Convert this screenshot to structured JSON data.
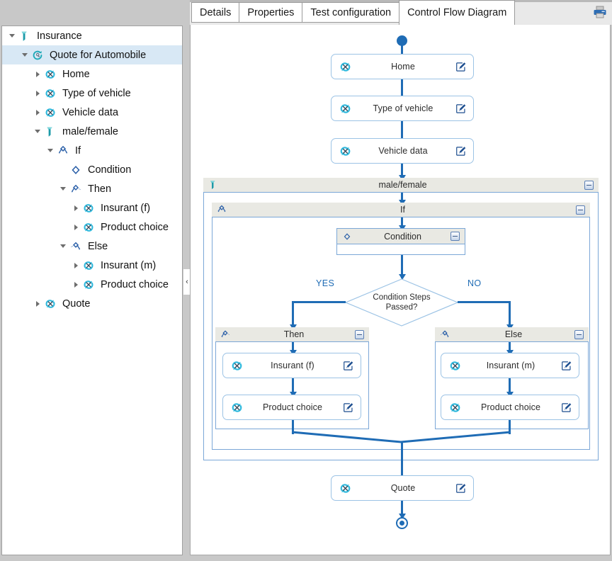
{
  "window": {
    "title": "Control Flow Diagram"
  },
  "tabs": {
    "items": [
      {
        "label": "Details",
        "active": false
      },
      {
        "label": "Properties",
        "active": false
      },
      {
        "label": "Test configuration",
        "active": false
      },
      {
        "label": "Control Flow Diagram",
        "active": true
      }
    ],
    "print_icon": "printer-icon"
  },
  "sidebar": {
    "collapse_handle": "‹",
    "items": [
      {
        "label": "Insurance",
        "indent": 0,
        "twisty": "expanded",
        "icon": "folder-icon",
        "selected": false
      },
      {
        "label": "Quote for Automobile",
        "indent": 1,
        "twisty": "expanded",
        "icon": "test-case-icon",
        "selected": true
      },
      {
        "label": "Home",
        "indent": 2,
        "twisty": "collapsed",
        "icon": "service-icon",
        "selected": false
      },
      {
        "label": "Type of vehicle",
        "indent": 2,
        "twisty": "collapsed",
        "icon": "service-icon",
        "selected": false
      },
      {
        "label": "Vehicle data",
        "indent": 2,
        "twisty": "collapsed",
        "icon": "service-icon",
        "selected": false
      },
      {
        "label": "male/female",
        "indent": 2,
        "twisty": "expanded",
        "icon": "folder-icon",
        "selected": false
      },
      {
        "label": "If",
        "indent": 3,
        "twisty": "expanded",
        "icon": "if-icon",
        "selected": false
      },
      {
        "label": "Condition",
        "indent": 4,
        "twisty": "none",
        "icon": "condition-icon",
        "selected": false
      },
      {
        "label": "Then",
        "indent": 4,
        "twisty": "expanded",
        "icon": "then-icon",
        "selected": false
      },
      {
        "label": "Insurant (f)",
        "indent": 5,
        "twisty": "collapsed",
        "icon": "service-icon",
        "selected": false
      },
      {
        "label": "Product choice",
        "indent": 5,
        "twisty": "collapsed",
        "icon": "service-icon",
        "selected": false
      },
      {
        "label": "Else",
        "indent": 4,
        "twisty": "expanded",
        "icon": "else-icon",
        "selected": false
      },
      {
        "label": "Insurant (m)",
        "indent": 5,
        "twisty": "collapsed",
        "icon": "service-icon",
        "selected": false
      },
      {
        "label": "Product choice",
        "indent": 5,
        "twisty": "collapsed",
        "icon": "service-icon",
        "selected": false
      },
      {
        "label": "Quote",
        "indent": 2,
        "twisty": "collapsed",
        "icon": "service-icon",
        "selected": false
      }
    ]
  },
  "diagram": {
    "start_marker": "start-node",
    "end_marker": "end-node",
    "nodes": [
      {
        "id": "home",
        "label": "Home",
        "left_icon": "service-icon",
        "right_icon": "edit-icon"
      },
      {
        "id": "typeveh",
        "label": "Type of vehicle",
        "left_icon": "service-icon",
        "right_icon": "edit-icon"
      },
      {
        "id": "vehdata",
        "label": "Vehicle data",
        "left_icon": "service-icon",
        "right_icon": "edit-icon"
      },
      {
        "id": "insurantf",
        "label": "Insurant (f)",
        "left_icon": "service-icon",
        "right_icon": "edit-icon"
      },
      {
        "id": "prodchoicef",
        "label": "Product choice",
        "left_icon": "service-icon",
        "right_icon": "edit-icon"
      },
      {
        "id": "insurantm",
        "label": "Insurant (m)",
        "left_icon": "service-icon",
        "right_icon": "edit-icon"
      },
      {
        "id": "prodchoicem",
        "label": "Product choice",
        "left_icon": "service-icon",
        "right_icon": "edit-icon"
      },
      {
        "id": "quote",
        "label": "Quote",
        "left_icon": "service-icon",
        "right_icon": "edit-icon"
      }
    ],
    "containers": [
      {
        "id": "malefemale",
        "label": "male/female",
        "icon": "folder-icon",
        "collapse": "collapse-button"
      },
      {
        "id": "if",
        "label": "If",
        "icon": "if-icon",
        "collapse": "collapse-button"
      },
      {
        "id": "then",
        "label": "Then",
        "icon": "then-icon",
        "collapse": "collapse-button"
      },
      {
        "id": "else",
        "label": "Else",
        "icon": "else-icon",
        "collapse": "collapse-button"
      }
    ],
    "condition": {
      "label": "Condition",
      "icon": "condition-icon",
      "collapse": "collapse-button"
    },
    "decision": {
      "line1": "Condition Steps",
      "line2": "Passed?",
      "yes_label": "YES",
      "no_label": "NO"
    }
  },
  "colors": {
    "edge_blue": "#1f6cb5",
    "node_border": "#9cc3e5",
    "container_border": "#7ba7d7",
    "container_header_bg": "#e9e9e3",
    "selection_bg": "#d8e8f5",
    "service_icon_cyan": "#29b6d8",
    "tree_icon_teal": "#1a9aa8",
    "panel_bg": "#c8c8c8"
  }
}
